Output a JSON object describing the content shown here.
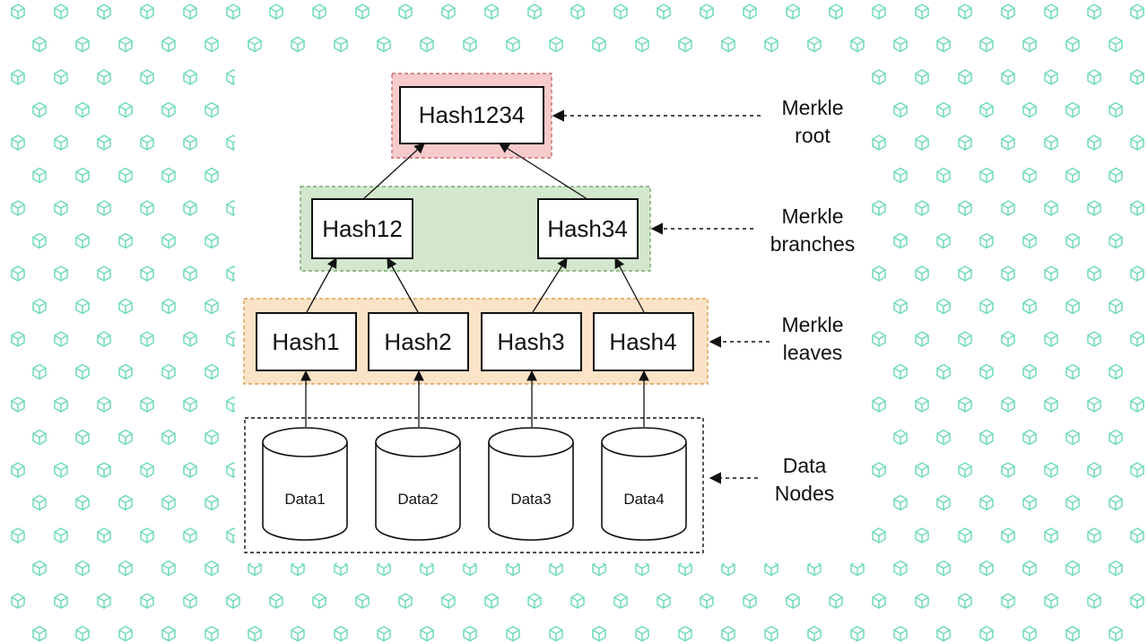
{
  "colors": {
    "pattern_icon": "#6fdcb2",
    "root_band_fill": "#f7cbcc",
    "root_band_stroke": "#c96e6e",
    "branch_band_fill": "#d3e7ce",
    "branch_band_stroke": "#78a86b",
    "leaf_band_fill": "#fbe3c7",
    "leaf_band_stroke": "#d9a04c",
    "node_fill": "#ffffff",
    "node_stroke": "#111111",
    "text": "#111111"
  },
  "pattern_icon_name": "cube-icon",
  "root": {
    "label": "Hash1234"
  },
  "branches": [
    {
      "label": "Hash12"
    },
    {
      "label": "Hash34"
    }
  ],
  "leaves": [
    {
      "label": "Hash1"
    },
    {
      "label": "Hash2"
    },
    {
      "label": "Hash3"
    },
    {
      "label": "Hash4"
    }
  ],
  "data_nodes": [
    {
      "label": "Data1"
    },
    {
      "label": "Data2"
    },
    {
      "label": "Data3"
    },
    {
      "label": "Data4"
    }
  ],
  "side_labels": {
    "root": [
      "Merkle",
      "root"
    ],
    "branches": [
      "Merkle",
      "branches"
    ],
    "leaves": [
      "Merkle",
      "leaves"
    ],
    "data": [
      "Data",
      "Nodes"
    ]
  }
}
